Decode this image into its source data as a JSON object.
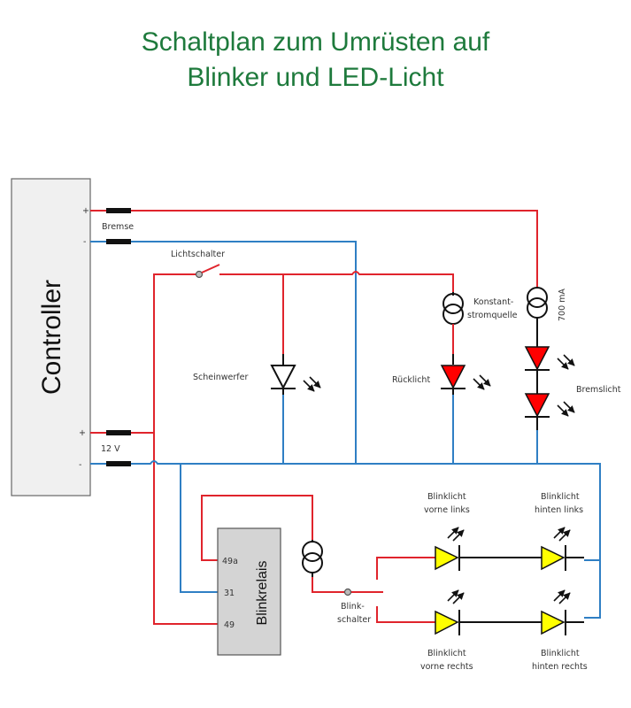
{
  "title": {
    "line1": "Schaltplan zum Umrüsten auf",
    "line2": "Blinker und LED-Licht"
  },
  "colors": {
    "title": "#1e7a3c",
    "positive_wire": "#e0242c",
    "negative_wire": "#2f7fc4",
    "red_led": "#ff0000",
    "yellow_led": "#ffff00",
    "box_fill": "#f0f0f0",
    "relay_fill": "#d4d4d4"
  },
  "controller": {
    "label": "Controller",
    "terminals": {
      "brake_plus": "+",
      "brake_minus": "-",
      "power_plus": "+",
      "power_minus": "-"
    }
  },
  "connectors": {
    "brake": "Bremse",
    "power": "12 V"
  },
  "components": {
    "light_switch": "Lichtschalter",
    "headlight": "Scheinwerfer",
    "taillight": "Rücklicht",
    "constant_current_source": "Konstant-\nstromquelle",
    "ccs_line1": "Konstant-",
    "ccs_line2": "stromquelle",
    "ccs_rating": "700 mA",
    "brake_light": "Bremslicht",
    "relay": {
      "label": "Blinkrelais",
      "pins": [
        "49a",
        "31",
        "49"
      ]
    },
    "turn_switch_line1": "Blink-",
    "turn_switch_line2": "schalter",
    "blinkers": {
      "front_left": [
        "Blinklicht",
        "vorne links"
      ],
      "rear_left": [
        "Blinklicht",
        "hinten links"
      ],
      "front_right": [
        "Blinklicht",
        "vorne rechts"
      ],
      "rear_right": [
        "Blinklicht",
        "hinten rechts"
      ]
    }
  }
}
